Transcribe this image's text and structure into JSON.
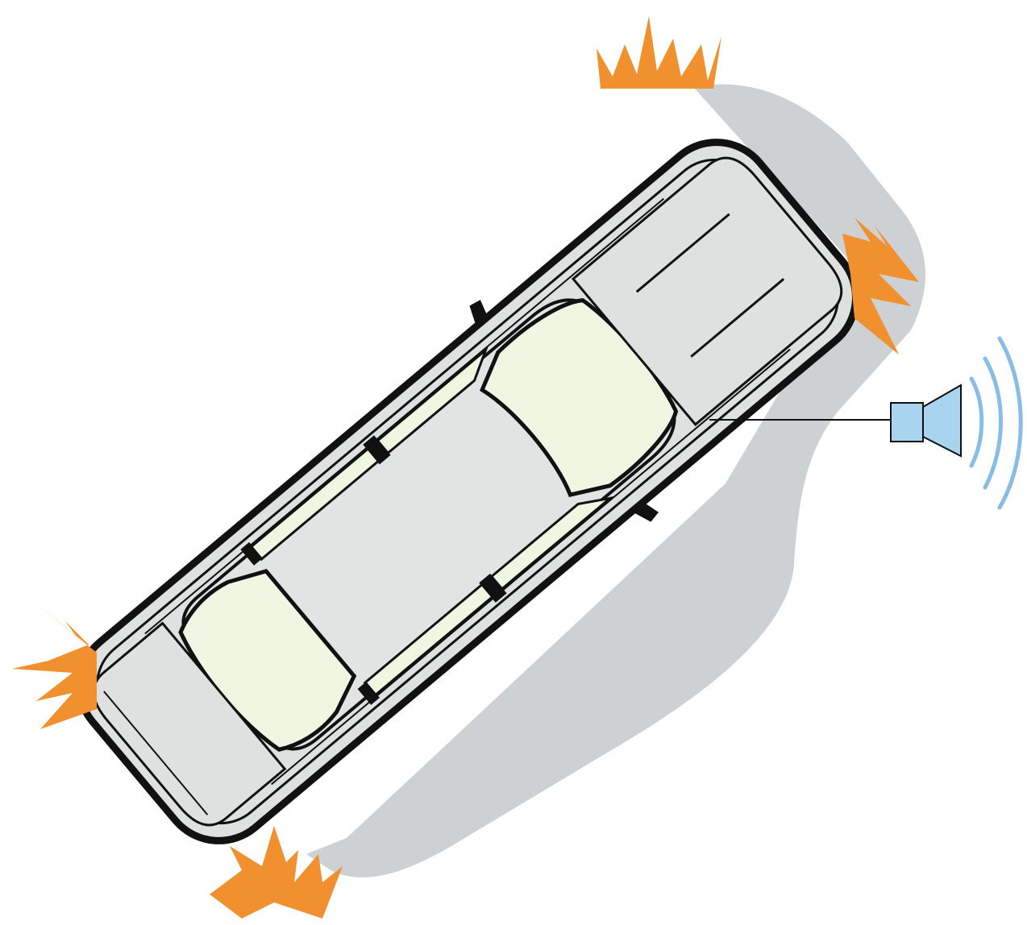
{
  "diagram": {
    "subject": "car-alarm-illustration",
    "elements": [
      "car-top-view",
      "shadow",
      "flash-bursts",
      "alarm-speaker",
      "sound-waves"
    ]
  },
  "colors": {
    "background": "#ffffff",
    "shadow": "#cdd1d3",
    "car_body": "#dfe1e1",
    "car_body_shade": "#c9cccd",
    "glass": "#f1f6e3",
    "outline": "#111111",
    "flash": "#f0902e",
    "speaker": "#a9d4f0",
    "sound_wave": "#88bde6"
  },
  "icons": {
    "speaker": "speaker-icon",
    "sound": "sound-wave-icon",
    "burst": "flash-burst-icon"
  }
}
